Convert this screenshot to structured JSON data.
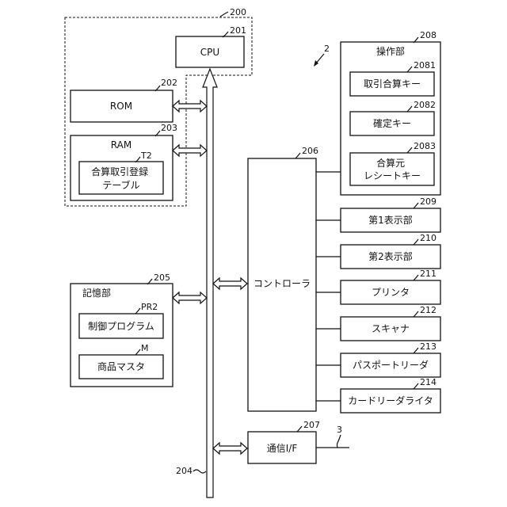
{
  "figure_ref": "2",
  "groups": {
    "g200": {
      "ref": "200"
    }
  },
  "cpu": {
    "label": "CPU",
    "ref": "201"
  },
  "rom": {
    "label": "ROM",
    "ref": "202"
  },
  "ram": {
    "label": "RAM",
    "ref": "203"
  },
  "t2": {
    "label_lines": [
      "合算取引登録",
      "テーブル"
    ],
    "ref": "T2"
  },
  "bus": {
    "ref": "204"
  },
  "storage": {
    "label": "記憶部",
    "ref": "205"
  },
  "pr2": {
    "label": "制御プログラム",
    "ref": "PR2"
  },
  "m": {
    "label": "商品マスタ",
    "ref": "M"
  },
  "controller": {
    "label": "コントローラ",
    "ref": "206"
  },
  "comm": {
    "label": "通信I/F",
    "ref": "207"
  },
  "network_ref": "3",
  "ops": {
    "label": "操作部",
    "ref": "208"
  },
  "ops_keys": [
    {
      "label_lines": [
        "取引合算キー"
      ],
      "ref": "2081"
    },
    {
      "label_lines": [
        "確定キー"
      ],
      "ref": "2082"
    },
    {
      "label_lines": [
        "合算元",
        "レシートキー"
      ],
      "ref": "2083"
    }
  ],
  "devices": [
    {
      "label": "第1表示部",
      "ref": "209"
    },
    {
      "label": "第2表示部",
      "ref": "210"
    },
    {
      "label": "プリンタ",
      "ref": "211"
    },
    {
      "label": "スキャナ",
      "ref": "212"
    },
    {
      "label": "パスポートリーダ",
      "ref": "213"
    },
    {
      "label": "カードリーダライタ",
      "ref": "214"
    }
  ]
}
